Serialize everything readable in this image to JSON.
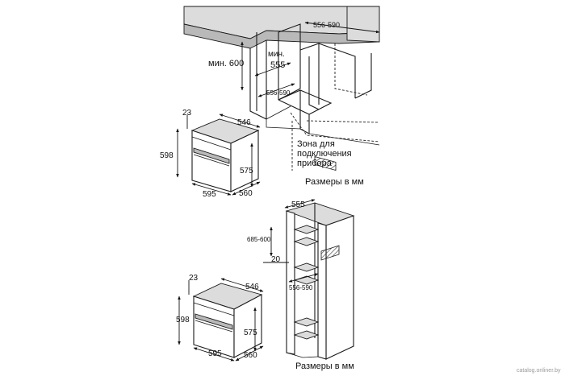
{
  "top_assembly": {
    "dim_width_range_top": "556-590",
    "dim_min_height_label": "мин. 600",
    "dim_min_depth_label": "мин.",
    "dim_min_depth_value": "555",
    "dim_width_range_bottom": "556-590",
    "connection_zone_line1": "Зона для",
    "connection_zone_line2": "подключения",
    "connection_zone_line3": "прибора",
    "units_note": "Размеры в мм"
  },
  "oven_upper": {
    "dim_23": "23",
    "dim_546": "546",
    "dim_598": "598",
    "dim_575": "575",
    "dim_595": "595",
    "dim_560": "560"
  },
  "oven_lower": {
    "dim_23": "23",
    "dim_546": "546",
    "dim_598": "598",
    "dim_575": "575",
    "dim_595": "595",
    "dim_560": "560"
  },
  "tall_cabinet": {
    "dim_555": "555",
    "dim_685_600": "685-600",
    "dim_20": "20",
    "dim_556_590": "556-590",
    "units_note": "Размеры в мм"
  },
  "watermark": "catalog.onliner.by"
}
